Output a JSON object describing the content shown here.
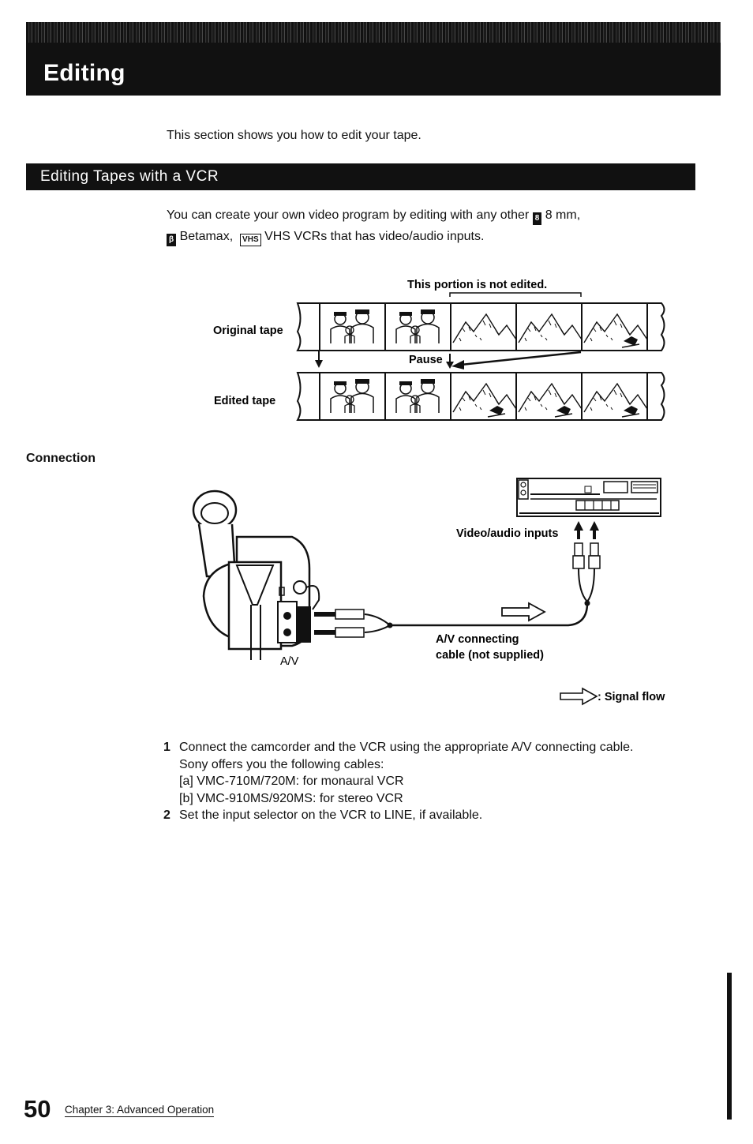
{
  "header": {
    "title": "Editing"
  },
  "intro": "This section shows you how to edit your tape.",
  "section": {
    "title": "Editing Tapes with a VCR"
  },
  "paragraph": {
    "part1": "You can create your own video program by editing with any other",
    "icon_8mm": "8",
    "part2": "8 mm,",
    "icon_beta": "β",
    "part3": "Betamax,",
    "icon_vhs": "VHS",
    "part4": "VHS VCRs that has video/audio inputs."
  },
  "tape_diagram": {
    "not_edited_label": "This portion is not edited.",
    "original_label": "Original tape",
    "edited_label": "Edited tape",
    "pause_label": "Pause"
  },
  "connection": {
    "heading": "Connection",
    "inputs_label": "Video/audio inputs",
    "cable_label_line1": "A/V connecting",
    "cable_label_line2": "cable (not supplied)",
    "av_label": "A/V",
    "legend_label": ": Signal flow"
  },
  "steps": [
    {
      "number": "1",
      "text": "Connect the camcorder and the VCR using the appropriate A/V connecting cable.",
      "line2": "Sony offers you the following cables:",
      "opt_a": "[a] VMC-710M/720M: for monaural VCR",
      "opt_b": "[b] VMC-910MS/920MS: for stereo VCR"
    },
    {
      "number": "2",
      "text": "Set the input selector on the VCR to LINE, if available."
    }
  ],
  "footer": {
    "page_number": "50",
    "chapter": "Chapter 3: Advanced Operation"
  }
}
